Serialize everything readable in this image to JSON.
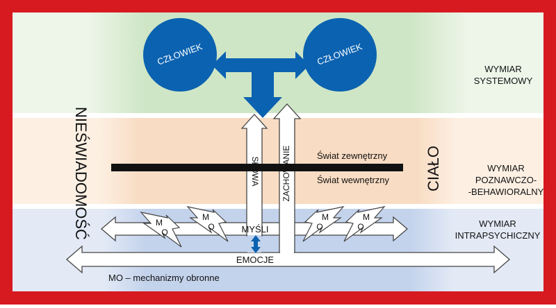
{
  "people": {
    "left": "CZŁOWIEK",
    "right": "CZŁOWIEK"
  },
  "bands": {
    "systemic": {
      "line1": "WYMIAR",
      "line2": "SYSTEMOWY"
    },
    "cognitive": {
      "line1": "WYMIAR",
      "line2": "POZNAWCZO-",
      "line3": "-BEHAWIORALNY"
    },
    "intrapsychic": {
      "line1": "WYMIAR",
      "line2": "INTRAPSYCHICZNY"
    }
  },
  "side_labels": {
    "unconscious": "NIEŚWIADOMOŚĆ",
    "body": "CIAŁO"
  },
  "world": {
    "outer": "Świat zewnętrzny",
    "inner": "Świat wewnętrzny"
  },
  "arrows": {
    "words": "SŁOWA",
    "behavior": "ZACHOWANIE",
    "thoughts": "MYŚLI",
    "emotions": "EMOCJE"
  },
  "defense_marker": {
    "top": "M",
    "bottom": "O"
  },
  "legend": "MO – mechanizmy obronne",
  "colors": {
    "frame": "#d71920",
    "systemic_band": "#c9e3c0",
    "cognitive_band": "#f8d9bf",
    "intrapsychic_band": "#c4d3ec",
    "circle": "#0b62b0",
    "divider": "#111111"
  }
}
